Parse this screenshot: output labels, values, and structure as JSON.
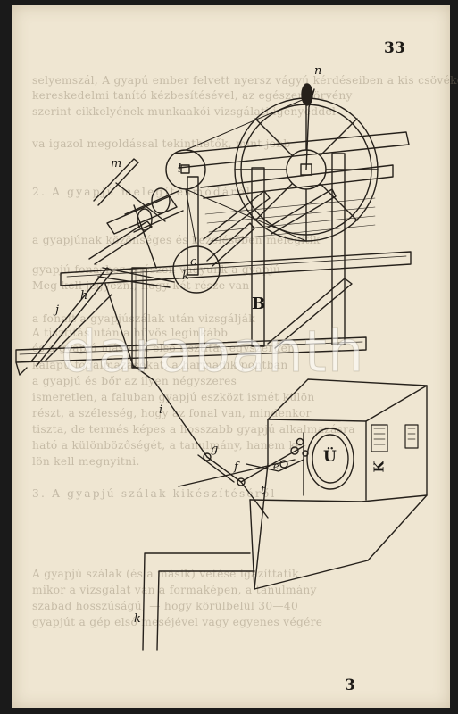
{
  "page": {
    "page_number": "33",
    "signature_mark": "3"
  },
  "figure": {
    "labels": {
      "m": "m",
      "n": "n",
      "l": "l",
      "k": "k",
      "c": "c",
      "B": "B",
      "h": "h",
      "j": "j",
      "i": "i",
      "g": "g",
      "f": "f",
      "e": "e",
      "t": "t",
      "U": "Ü",
      "K": "K",
      "k2": "k"
    }
  },
  "watermark": {
    "text": "darabanth"
  },
  "bleed_through": {
    "lines": [
      "selyemszál, A gyapú ember felvett nyersz vágyú kérdéseiben a kis csövéket megfogasa",
      "kereskedelmi tanító kézbesítésével, az egészen törvény",
      "szerint cikkelyének munkaakói vizsgálati igényeddel",
      "",
      "va igazol megoldással tekinthetők, mint jobb",
      "",
      "2. A gyapjú melegítésmódáról",
      "",
      "a gyapjúnak közönséges és kezelésében melegítik",
      "gyapjú fonáshoz egészen vagyunk a gyapjú",
      "Meg kell jegyezni, hogy két része van",
      "",
      "a fonalt a gyapjúszálak után vizsgálják",
      "A tisztítás után a hűvös leginkább",
      "és a gyapjú második első tisztítás egyszerűen",
      "kalapú fogalmazásokat, a harmadik pontban",
      "a gyapjú és bőr az ilyen négyszeres",
      "ismeretlen, a faluban gyapjú eszközt ismét külön",
      "részt, a szélesség, hogy az fonal van, mindenkor",
      "tiszta, de termés képes a hosszabb gyapjú alkalmazásra",
      "ható a különbözőségét, a tanulmány, hanem ké-",
      "lön kell megnyitni.",
      "",
      "3. A gyapjú szálak kikészítéséről",
      "",
      "A gyapjú szálak (és a másik) vetése igazíttatik,",
      "mikor a vizsgálat van a formaképen, a tanulmány",
      "szabad hosszúságú, — hogy körülbelül 30—40",
      "gyapjút a gép első meséjével vagy egyenes végére"
    ]
  }
}
